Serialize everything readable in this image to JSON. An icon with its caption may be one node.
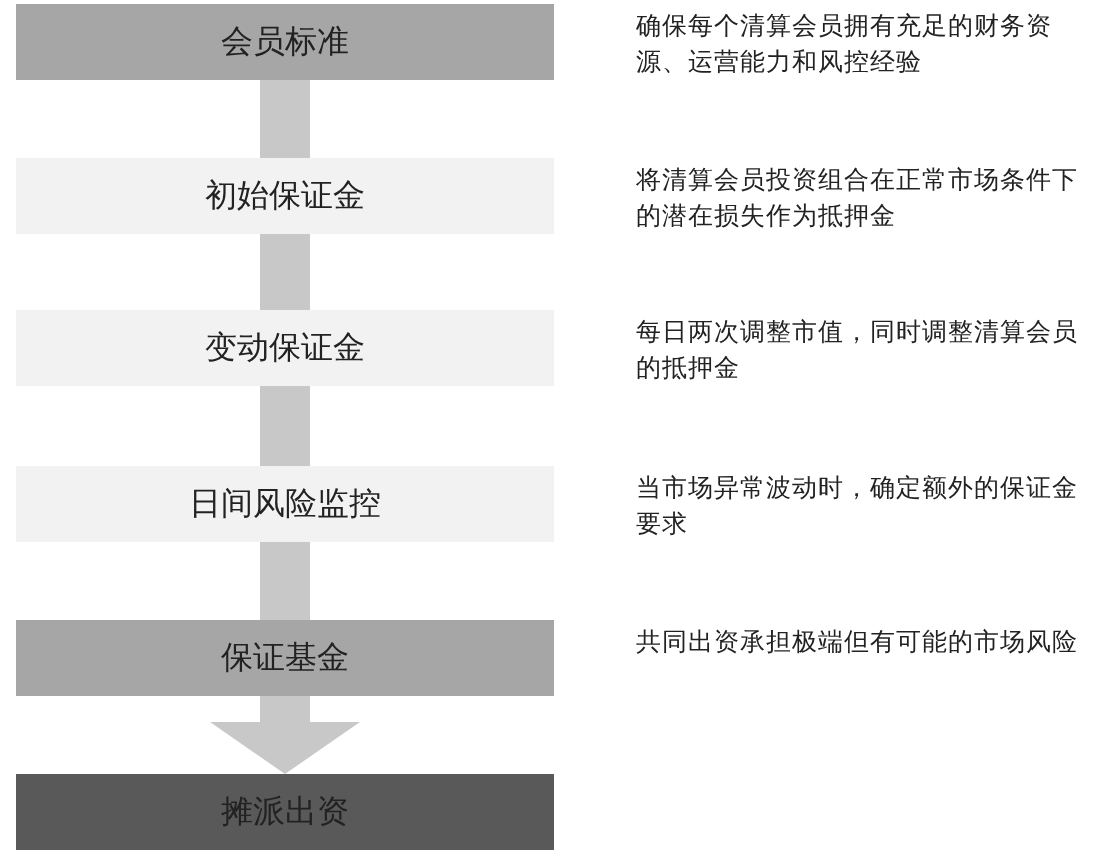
{
  "diagram": {
    "nodes": [
      {
        "text": [
          "会员标准"
        ],
        "beside": [
          "确保每个清算会员拥有充足的财务资源、运营能力和风控经验"
        ]
      },
      {
        "text": [
          "初始保证金"
        ],
        "beside": [
          "将清算会员投资组合在正常市场条件下的潜在损失作为抵押金"
        ]
      },
      {
        "text": [
          "变动保证金"
        ],
        "beside": [
          "每日两次调整市值，同时调整清算会员的抵押金"
        ]
      },
      {
        "text": [
          "日间风险监控"
        ],
        "beside": [
          "当市场异常波动时，确定额外的保证金要求"
        ]
      },
      {
        "text": [
          "保证基金"
        ],
        "beside": [
          "共同出资承担极端但有可能的市场风险"
        ]
      },
      {
        "text": [
          "摊派出资"
        ]
      }
    ],
    "edges": [
      {
        "from": 0,
        "to": 1,
        "arrow": "none"
      },
      {
        "from": 1,
        "to": 2,
        "arrow": "none"
      },
      {
        "from": 2,
        "to": 3,
        "arrow": "none"
      },
      {
        "from": 3,
        "to": 4,
        "arrow": "none"
      },
      {
        "from": 4,
        "to": 5,
        "arrow": "to"
      }
    ]
  }
}
